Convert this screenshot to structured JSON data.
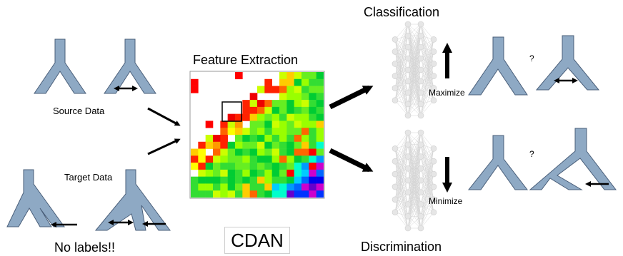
{
  "labels": {
    "source_data": "Source Data",
    "target_data": "Target Data",
    "no_labels": "No labels!!",
    "feature_extraction": "Feature Extraction",
    "cdan": "CDAN",
    "classification": "Classification",
    "discrimination": "Discrimination",
    "maximize": "Maximize",
    "minimize": "Minimize",
    "question_top": "?",
    "question_bottom": "?"
  },
  "colors": {
    "tree_fill": "#8ea9c4",
    "tree_stroke": "#4a5f7a",
    "arrow": "#000000",
    "nn_node": "#e6e6e6",
    "nn_edge": "#d4d4d4"
  },
  "icons": [
    "tree-diagram",
    "double-arrow",
    "left-arrow",
    "heatmap-matrix",
    "neural-network",
    "up-arrow",
    "down-arrow"
  ]
}
